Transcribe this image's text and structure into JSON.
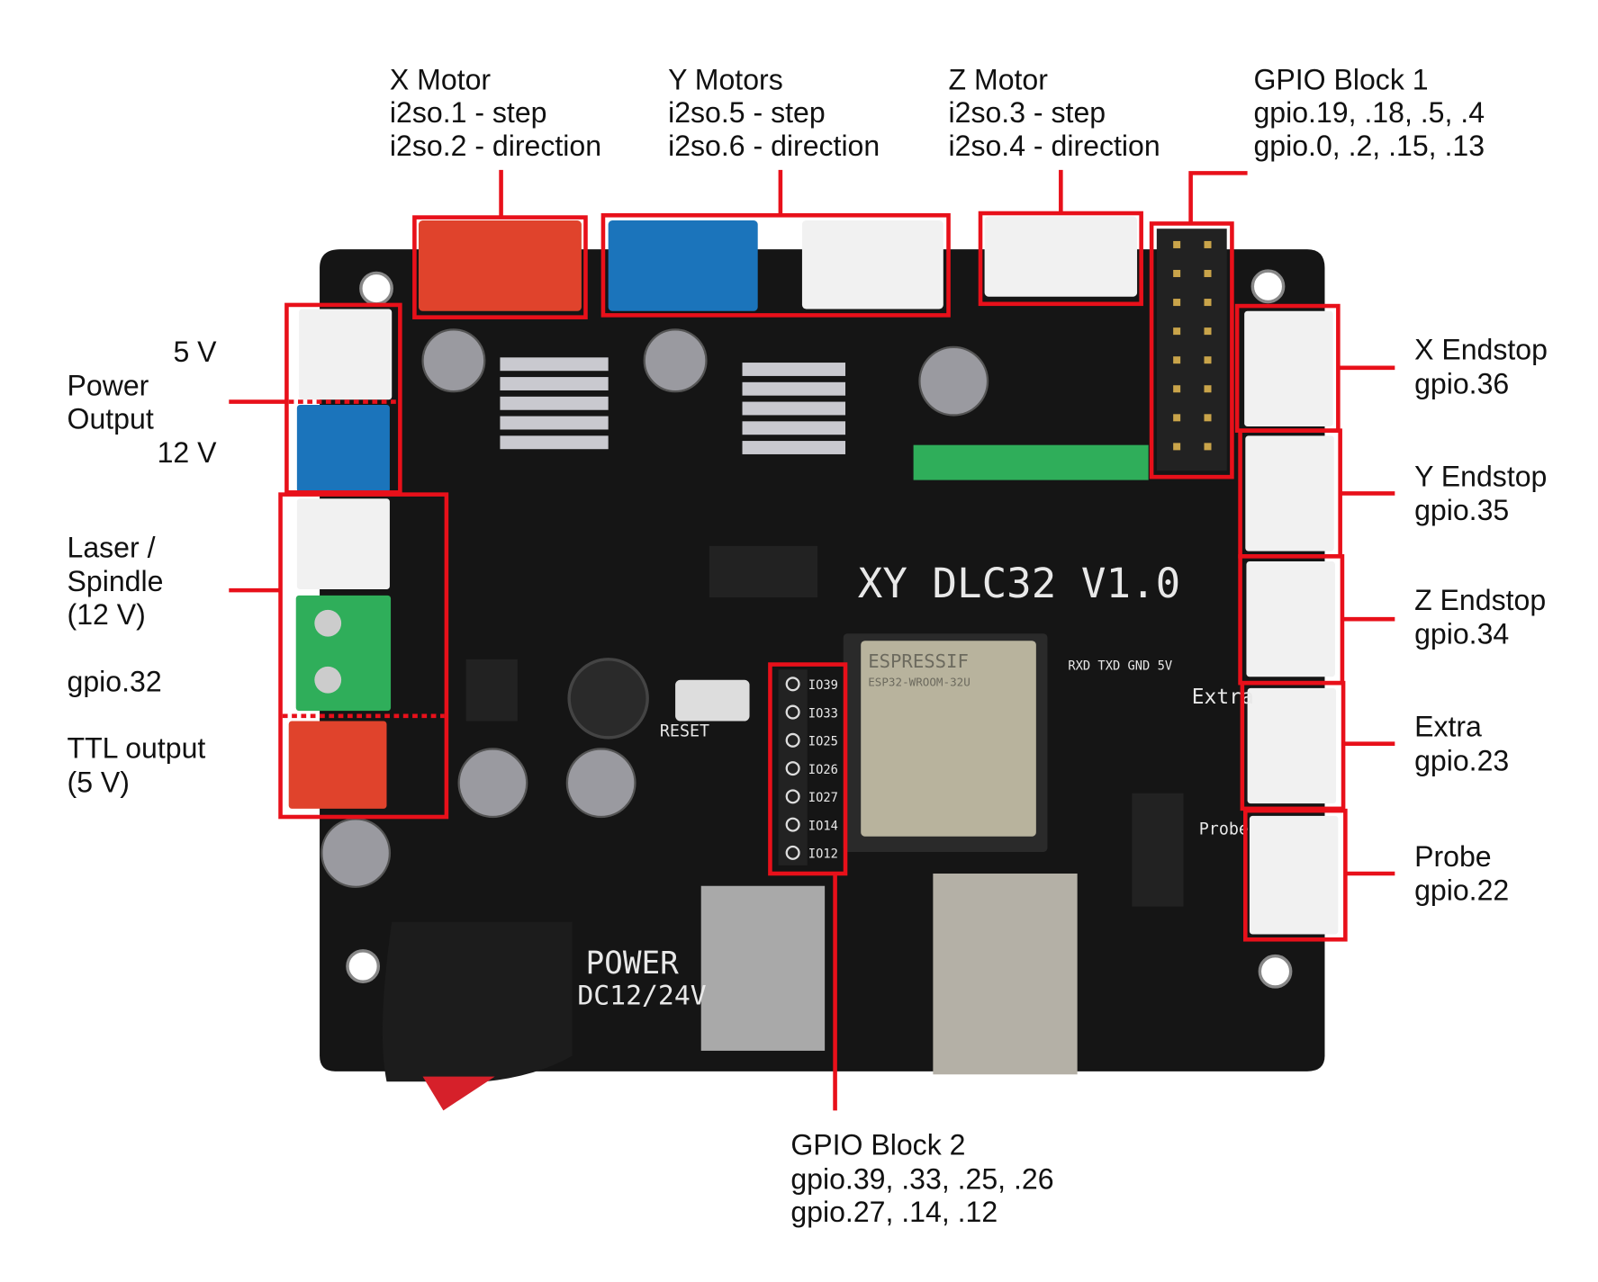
{
  "title": "XY DLC32 V1.0 pinout",
  "top_labels": [
    {
      "name": "X Motor",
      "lines": [
        "X Motor",
        "i2so.1 - step",
        "i2so.2 - direction"
      ]
    },
    {
      "name": "Y Motors",
      "lines": [
        "Y Motors",
        "i2so.5 - step",
        "i2so.6 - direction"
      ]
    },
    {
      "name": "Z Motor",
      "lines": [
        "Z Motor",
        "i2so.3 - step",
        "i2so.4 - direction"
      ]
    },
    {
      "name": "GPIO Block 1",
      "lines": [
        "GPIO Block 1",
        "gpio.19, .18, .5, .4",
        "gpio.0, .2, .15, .13"
      ]
    }
  ],
  "right_labels": [
    {
      "lines": [
        "X Endstop",
        "gpio.36"
      ]
    },
    {
      "lines": [
        "Y Endstop",
        "gpio.35"
      ]
    },
    {
      "lines": [
        "Z Endstop",
        "gpio.34"
      ]
    },
    {
      "lines": [
        "Extra",
        "gpio.23"
      ]
    },
    {
      "lines": [
        "Probe",
        "gpio.22"
      ]
    }
  ],
  "left_labels": {
    "power_5v": "5 V",
    "power_line1": "Power",
    "power_line2": "Output",
    "power_12v": "12 V",
    "laser_line1": "Laser /",
    "laser_line2": "Spindle",
    "laser_line3": "(12 V)",
    "laser_gpio": "gpio.32",
    "ttl_line1": "TTL output",
    "ttl_line2": "(5 V)"
  },
  "bottom_label": {
    "lines": [
      "GPIO Block 2",
      "gpio.39, .33, .25, .26",
      "gpio.27, .14, .12"
    ]
  },
  "board": {
    "silkscreen": "XY DLC32 V1.0",
    "module": "ESPRESSIF",
    "module_sub": "ESP32-WROOM-32U",
    "reset": "RESET",
    "power": "POWER",
    "power_sub": "DC12/24V",
    "extra": "Extra",
    "probe": "Probe",
    "uart": "RXD TXD GND 5V",
    "gpio2_pins": [
      "IO39",
      "IO33",
      "IO25",
      "IO26",
      "IO27",
      "IO14",
      "IO12"
    ]
  },
  "colors": {
    "annotation": "#e8101a",
    "board": "#151515",
    "connector_red": "#e0432c",
    "connector_blue": "#1b74bb",
    "terminal_green": "#2fae5a"
  }
}
